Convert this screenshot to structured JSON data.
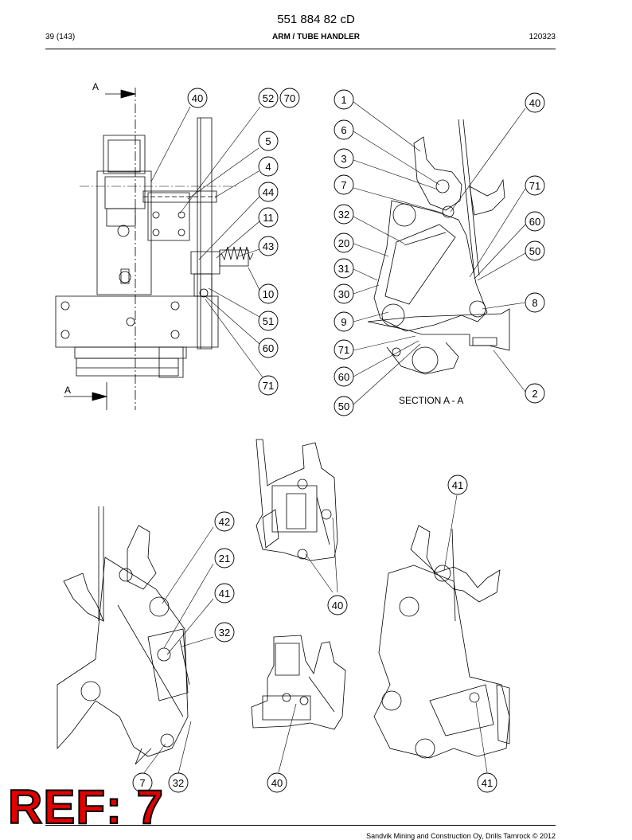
{
  "header": {
    "doc_number": "551 884 82 cD",
    "page_count": "39 (143)",
    "section_title": "ARM / TUBE HANDLER",
    "doc_date": "120323"
  },
  "drawing": {
    "section_marker": "A",
    "section_label": "SECTION A - A",
    "balloons": {
      "v1": [
        "40",
        "52",
        "70",
        "5",
        "4",
        "44",
        "11",
        "43",
        "10",
        "51",
        "60",
        "71"
      ],
      "v2": [
        "1",
        "6",
        "3",
        "7",
        "32",
        "20",
        "31",
        "30",
        "9",
        "71",
        "60",
        "50",
        "40",
        "71",
        "60",
        "50",
        "8",
        "2"
      ],
      "v3": [
        "42",
        "21",
        "41",
        "32",
        "7",
        "32"
      ],
      "v4": [
        "40",
        "40"
      ],
      "v6": [
        "41",
        "41"
      ]
    }
  },
  "footer": {
    "copyright": "Sandvik Mining and Construction Oy, Drills Tamrock © 2012"
  },
  "stamp": {
    "text": "REF: 7",
    "color": "#e10000"
  }
}
